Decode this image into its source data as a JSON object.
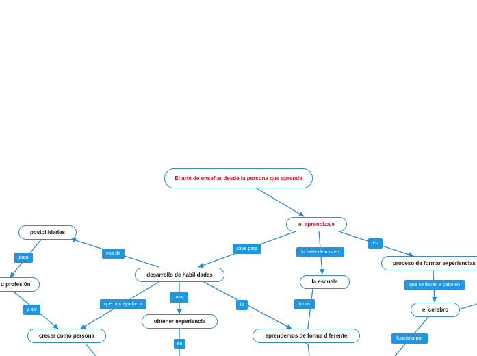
{
  "nodes": {
    "root": "El arte de enseñar desde la persona que aprende",
    "aprendizaje": "el aprendizaje",
    "posibilidades": "posibilidades",
    "desarrollo": "desarrollo de habilidades",
    "escuela": "la escuela",
    "proceso": "proceso de formar experiencias",
    "profesion": "u profesión",
    "cerebro": "el cerebro",
    "crecer": "crecer como persona",
    "experiencia": "obtener experiencia",
    "diferente": "aprendemos de forma diferente"
  },
  "labels": {
    "sirve_para": "sirve para",
    "lo_extendemos": "lo extendemos en",
    "es": "es",
    "nos_da": "nos da",
    "para_1": "para",
    "para_2": "para",
    "que_nos_ayudan": "que nos ayudan a",
    "lo": "lo",
    "que_se_llevan": "que se llevan a cabo en",
    "todos": "todos",
    "y_asi": "y así",
    "en": "en",
    "funciona_por": "funciona por"
  },
  "colors": {
    "line": "#2a8ccf",
    "label_bg": "#2196e0",
    "accent_text": "#d0112b"
  }
}
